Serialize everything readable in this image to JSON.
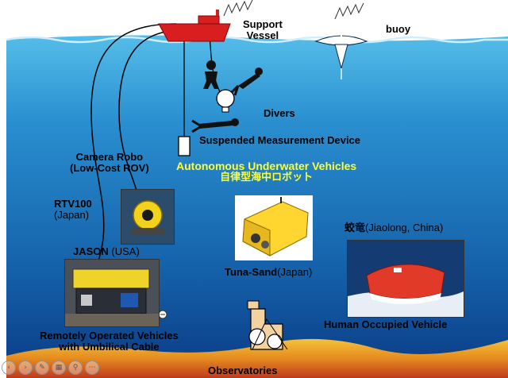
{
  "labels": {
    "support_vessel_line1": "Support",
    "support_vessel_line2": "Vessel",
    "buoy": "buoy",
    "divers": "Divers",
    "suspended_device": "Suspended Measurement Device",
    "camera_robo_line1": "Camera Robo",
    "camera_robo_line2": "(Low-Cost ROV)",
    "auv_en": "Autonomous Underwater Vehicles",
    "auv_jp": "自律型海中ロボット",
    "rtv100_name": "RTV100",
    "rtv100_country": "(Japan)",
    "jason_name": "JASON",
    "jason_country": " (USA)",
    "tunasand_name": "Tuna-Sand",
    "tunasand_country": "(Japan)",
    "jiaolong_name": "蛟竜",
    "jiaolong_country": "(Jiaolong, China)",
    "rov_line1": "Remotely Operated Vehicles",
    "rov_line2": "with Umbilical Cable",
    "hov": "Human Occupied Vehicle",
    "observatories": "Observatories"
  },
  "icons": {
    "vessel": "ship-icon",
    "buoy": "buoy-icon",
    "diver": "diver-icon",
    "antenna": "radio-wave-icon"
  },
  "colors": {
    "sea_top": "#4fb6e6",
    "sea_bottom": "#0d3f8a",
    "vessel": "#d81e1e",
    "auv_label": "#ffff33",
    "seafloor": "#e8a21c"
  },
  "slideshow_controls": [
    "play-icon",
    "back-icon",
    "edit-icon",
    "slides-icon",
    "zoom-icon",
    "more-icon"
  ]
}
